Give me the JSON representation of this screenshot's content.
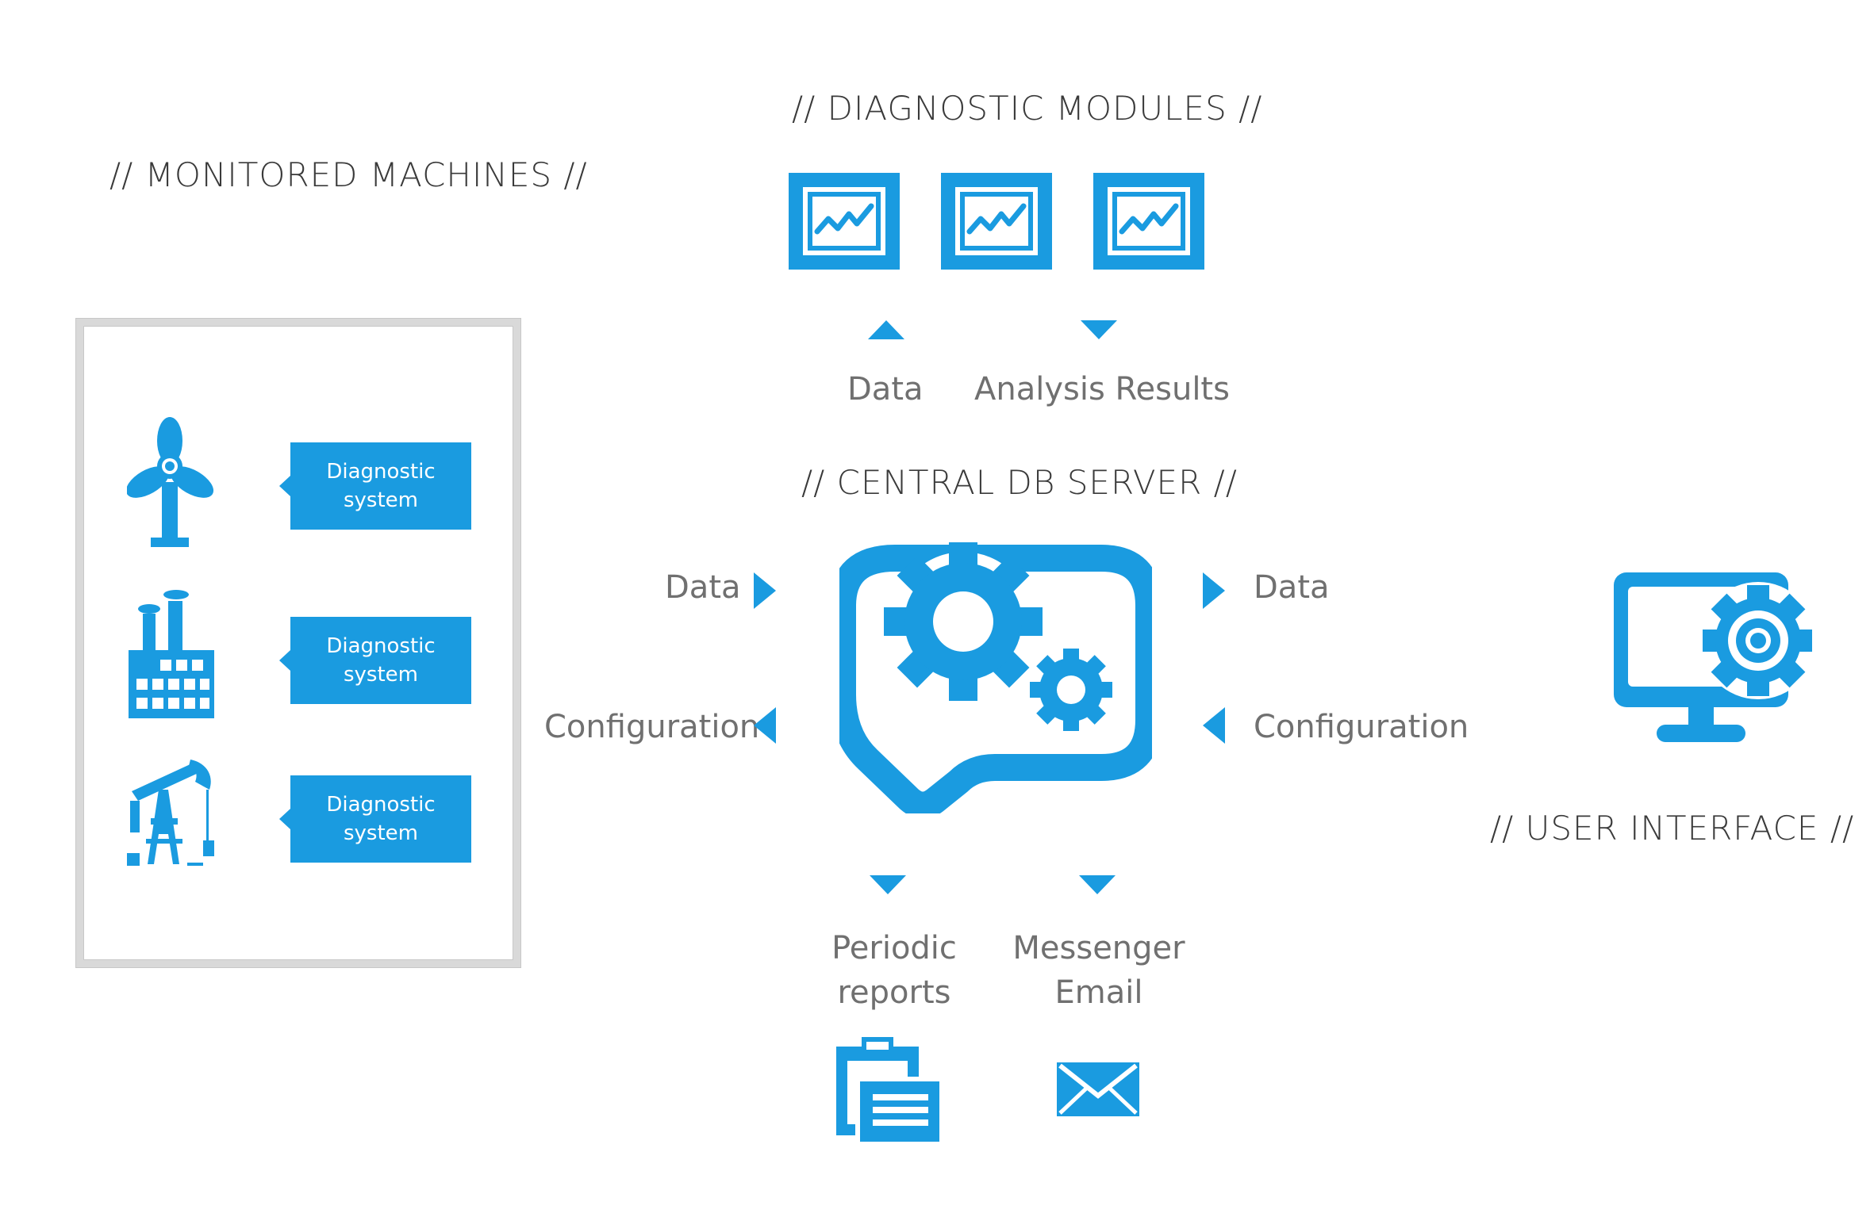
{
  "headings": {
    "monitored": "// MONITORED MACHINES //",
    "modules": "// DIAGNOSTIC MODULES //",
    "server": "// CENTRAL DB SERVER //",
    "ui": "// USER INTERFACE //"
  },
  "machines": [
    {
      "icon": "wind-turbine-icon",
      "label_line1": "Diagnostic",
      "label_line2": "system"
    },
    {
      "icon": "factory-icon",
      "label_line1": "Diagnostic",
      "label_line2": "system"
    },
    {
      "icon": "oil-pump-icon",
      "label_line1": "Diagnostic",
      "label_line2": "system"
    }
  ],
  "modules": {
    "icons": [
      "chart-monitor-icon",
      "chart-monitor-icon",
      "chart-monitor-icon"
    ],
    "flow_up_label": "Data",
    "flow_down_label": "Analysis Results"
  },
  "server": {
    "icon": "server-gears-icon",
    "left_in_label": "Data",
    "left_out_label": "Configuration",
    "right_out_label": "Data",
    "right_in_label": "Configuration"
  },
  "outputs": {
    "reports_line1": "Periodic",
    "reports_line2": "reports",
    "messenger_line1": "Messenger",
    "messenger_line2": "Email",
    "reports_icon": "clipboard-report-icon",
    "email_icon": "envelope-icon"
  },
  "user_interface": {
    "icon": "monitor-gear-icon"
  },
  "colors": {
    "accent": "#1a9be0",
    "text": "#707070",
    "heading": "#3a3a3a",
    "frame": "#d9d9d9"
  }
}
